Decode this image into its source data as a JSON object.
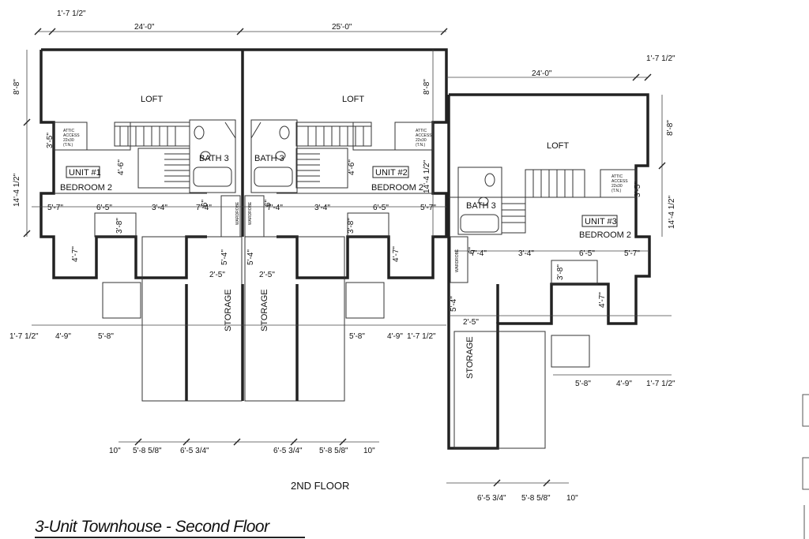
{
  "drawing": {
    "title": "3-Unit Townhouse - Second Floor",
    "floor_label": "2ND FLOOR"
  },
  "units": [
    {
      "unit": "UNIT #1",
      "bedroom": "BEDROOM 2",
      "loft": "LOFT",
      "bath": "BATH 3",
      "storage": "STORAGE",
      "wardrobe": "WARDROBE",
      "attic": [
        "ATTIC",
        "ACCESS",
        "22x30",
        "(T.N.)"
      ]
    },
    {
      "unit": "UNIT #2",
      "bedroom": "BEDROOM 2",
      "loft": "LOFT",
      "bath": "BATH 3",
      "storage": "STORAGE",
      "wardrobe": "WARDROBE",
      "attic": [
        "ATTIC",
        "ACCESS",
        "22x30",
        "(T.N.)"
      ]
    },
    {
      "unit": "UNIT #3",
      "bedroom": "BEDROOM 2",
      "loft": "LOFT",
      "bath": "BATH 3",
      "storage": "STORAGE",
      "wardrobe": "WARDROBE",
      "attic": [
        "ATTIC",
        "ACCESS",
        "22x30",
        "(T.N.)"
      ]
    }
  ],
  "dimensions": {
    "top_left_offset": "1'-7 1/2\"",
    "unit1_width": "24'-0\"",
    "unit2_width": "25'-0\"",
    "unit3_width": "24'-0\"",
    "unit3_offset": "1'-7 1/2\"",
    "loft_depth": "8'-8\"",
    "bedroom_depth": "14'-4 1/2\"",
    "attic_3_5": "3'-5\"",
    "wall_4_6": "4'-6\"",
    "bed_5_7": "5'-7\"",
    "bed_6_5": "6'-5\"",
    "bed_3_4": "3'-4\"",
    "bath_7_4": "7'-4\"",
    "bath_6": "6\"",
    "closet_3_8": "3'-8\"",
    "closet_4_7": "4'-7\"",
    "hall_5_4": "5'-4\"",
    "hall_2_5": "2'-5\"",
    "bot_1_7": "1'-7 1/2\"",
    "bot_4_9": "4'-9\"",
    "bot_5_8": "5'-8\"",
    "stor_10": "10\"",
    "stor_5_8_58": "5'-8 5/8\"",
    "stor_6_5_34": "6'-5 3/4\""
  }
}
